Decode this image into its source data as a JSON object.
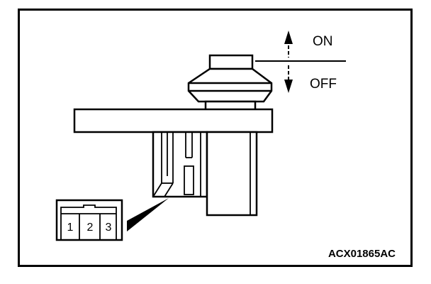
{
  "diagram": {
    "switch_states": {
      "on_label": "ON",
      "off_label": "OFF"
    },
    "connector": {
      "pins": [
        "1",
        "2",
        "3"
      ]
    },
    "figure_code": "ACX01865AC",
    "colors": {
      "ink": "#000000",
      "paper": "#ffffff"
    }
  }
}
